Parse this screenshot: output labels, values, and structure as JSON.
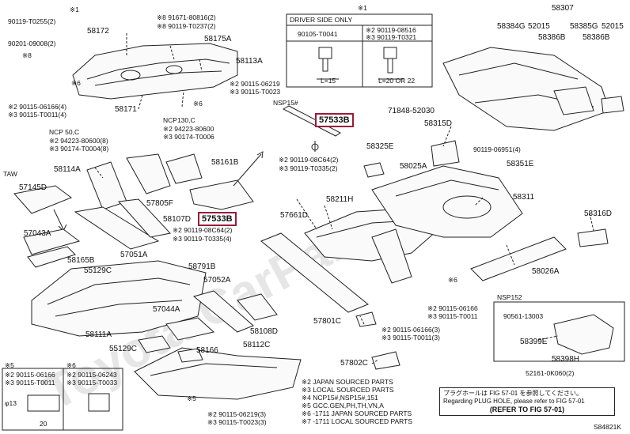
{
  "diagram_id": "S84821K",
  "colors": {
    "highlight_border": "#9b1a3a",
    "line": "#222222",
    "watermark": "#d9d9d9"
  },
  "watermark": "Toyota-CarParts.ru",
  "part_numbers": {
    "p58172": "58172",
    "p58175A": "58175A",
    "p58113A": "58113A",
    "p58171": "58171",
    "p58114A": "58114A",
    "p58161B": "58161B",
    "p57145D": "57145D",
    "p57805F": "57805F",
    "p58107D": "58107D",
    "p57533B_left": "57533B",
    "p57533B_top": "57533B",
    "p57043A": "57043A",
    "p58165B": "58165B",
    "p55129C": "55129C",
    "p57051A": "57051A",
    "p58791B": "58791B",
    "p57052A": "57052A",
    "p57044A": "57044A",
    "p58111A": "58111A",
    "p58108D": "58108D",
    "p55129C_b": "55129C",
    "p58166": "58166",
    "p58112C": "58112C",
    "p58325E": "58325E",
    "p58315D": "58315D",
    "p58025A": "58025A",
    "p58351E": "58351E",
    "p58211H": "58211H",
    "p57661D": "57661D",
    "p58311": "58311",
    "p58316D": "58316D",
    "p58026A": "58026A",
    "p57801C": "57801C",
    "p57802C": "57802C",
    "p58307": "58307",
    "p58384G": "58384G",
    "p52015": "52015",
    "p58385G": "58385G",
    "p52015b": "52015",
    "p58386B": "58386B",
    "p58386B_b": "58386B",
    "p58399E": "58399E",
    "p58398H": "58398H",
    "p71848": "71848-52030",
    "p90561": "90561-13003",
    "p52161": "52161-0K060(2)"
  },
  "fasteners": {
    "f1": "90119-T0255(2)",
    "f2": "90201-09008(2)",
    "f3": "※1",
    "f4": "※8",
    "f5": "※8 91671-80816(2)",
    "f6": "※8 90119-T0237(2)",
    "f7": "※2 90115-06166(4)",
    "f8": "※3 90115-T0011(4)",
    "f9": "※6",
    "f10": "※2 90115-06219",
    "f11": "※3 90115-T0023",
    "f12": "※6",
    "f13": "NCP130,C",
    "f14": "※2 94223-80600",
    "f15": "※3 90174-T0006",
    "f16": "NCP 50,C",
    "f17": "※2 94223-80600(8)",
    "f18": "※3 90174-T0004(8)",
    "f19": "TAW",
    "f20": "※2 90119-08C64(2)",
    "f21": "※3 90119-T0335(4)",
    "f22": "NSP15#",
    "f23": "※2 90119-08C64(2)",
    "f24": "※3 90119-T0335(2)",
    "f25": "90119-06951(4)",
    "f26": "※6",
    "f27": "※2 90115-06166",
    "f28": "※3 90115-T0011",
    "f29": "※2 90115-06166(3)",
    "f30": "※3 90115-T0011(3)",
    "f31": "※2 90115-06219(3)",
    "f32": "※3 90115-T0023(3)",
    "f33": "※5",
    "f34": "NSP152",
    "f35": "※1"
  },
  "driver_box": {
    "title": "DRIVER SIDE ONLY",
    "col1": "90105-T0041",
    "col2a": "※2 90119-08516",
    "col2b": "※3 90119-T0321",
    "dim1": "L=15",
    "dim2": "L=20 OR 22"
  },
  "legend_boxes": {
    "a_head": "※2 90115-06166",
    "a_head2": "※3 90115-T0011",
    "b_head": "※2 90115-06243",
    "b_head2": "※3 90115-T0033",
    "dim_h": "φ13",
    "dim_w": "20",
    "marker_a": "※5",
    "marker_b": "※6"
  },
  "notes": [
    "※2 JAPAN SOURCED PARTS",
    "※3 LOCAL SOURCED PARTS",
    "※4 NCP15#,NSP15#,151",
    "※5 GCC.GEN,PH,TH,VN,A",
    "※6  -1711 JAPAN SOURCED PARTS",
    "※7  -1711 LOCAL SOURCED PARTS"
  ],
  "reference": {
    "line1": "プラグホールは FIG 57-01 を参照してください。",
    "line2": "Regarding PLUG HOLE, please refer to FIG 57-01",
    "line3": "(REFER TO FIG 57-01)"
  }
}
